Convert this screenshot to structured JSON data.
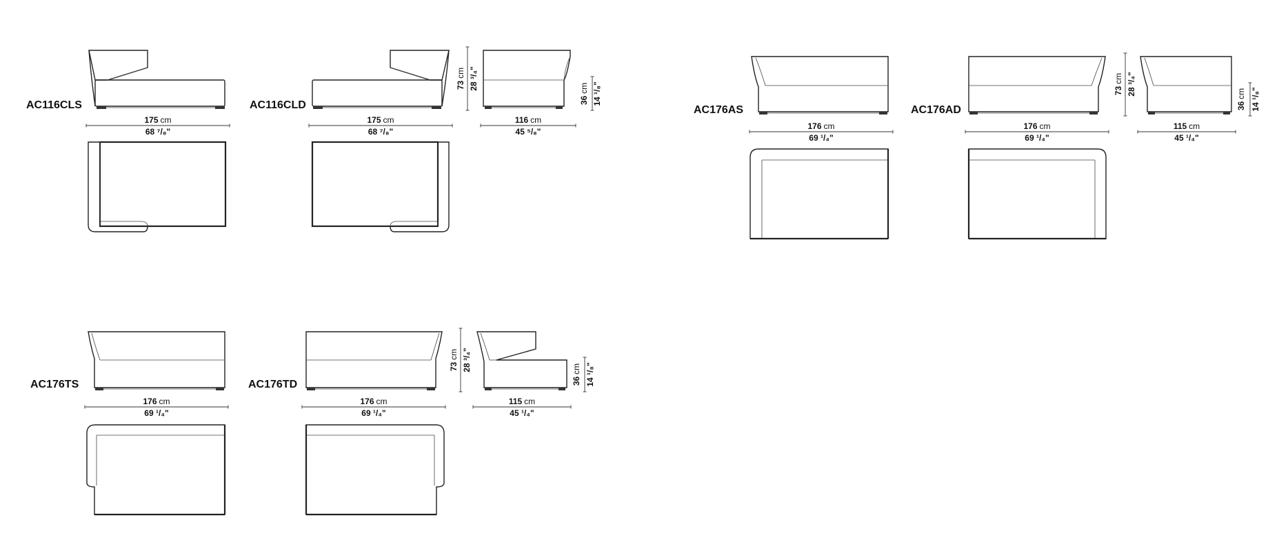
{
  "modules": {
    "ac116cls": {
      "code": "AC116CLS",
      "width_cm": "175",
      "width_in": "68 ⁷/₈\""
    },
    "ac116cld": {
      "code": "AC116CLD",
      "width_cm": "175",
      "width_in": "68 ⁷/₈\"",
      "height_cm": "73",
      "height_in": "28 ³/₄\""
    },
    "ac116_side": {
      "width_cm": "116",
      "width_in": "45 ⁵/₈\"",
      "height_cm": "36",
      "height_in": "14 ¹/₈\""
    },
    "ac176as": {
      "code": "AC176AS",
      "width_cm": "176",
      "width_in": "69 ¹/₄\""
    },
    "ac176ad": {
      "code": "AC176AD",
      "width_cm": "176",
      "width_in": "69 ¹/₄\"",
      "height_cm": "73",
      "height_in": "28 ³/₄\""
    },
    "ac176a_side": {
      "width_cm": "115",
      "width_in": "45 ¹/₄\"",
      "height_cm": "36",
      "height_in": "14 ¹/₈\""
    },
    "ac176ts": {
      "code": "AC176TS",
      "width_cm": "176",
      "width_in": "69 ¹/₄\""
    },
    "ac176td": {
      "code": "AC176TD",
      "width_cm": "176",
      "width_in": "69 ¹/₄\"",
      "height_cm": "73",
      "height_in": "28 ³/₄\""
    },
    "ac176t_side": {
      "width_cm": "115",
      "width_in": "45 ¹/₄\"",
      "height_cm": "36",
      "height_in": "14 ¹/₈\""
    }
  },
  "units": {
    "cm": "cm"
  }
}
